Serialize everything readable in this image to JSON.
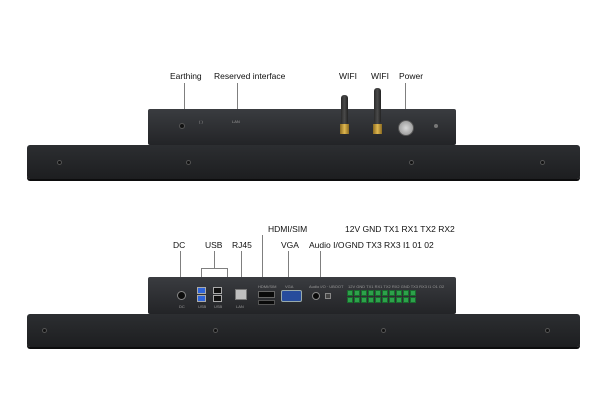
{
  "top": {
    "labels": {
      "earthing": "Earthing",
      "reserved": "Reserved interface",
      "wifi1": "WIFI",
      "wifi2": "WIFI",
      "power": "Power"
    }
  },
  "bottom": {
    "labels": {
      "dc": "DC",
      "usb": "USB",
      "rj45": "RJ45",
      "hdmi_sim": "HDMI/SIM",
      "vga": "VGA",
      "audio": "Audio I/O",
      "pins_line1": "12V GND TX1 RX1 TX2 RX2",
      "pins_line2": "GND TX3 RX3 I1 01 02"
    }
  },
  "colors": {
    "panel": "#1f2023",
    "usb_blue": "#2f64d8",
    "terminal_green": "#2ca24a",
    "antenna_gold": "#d4a840"
  }
}
